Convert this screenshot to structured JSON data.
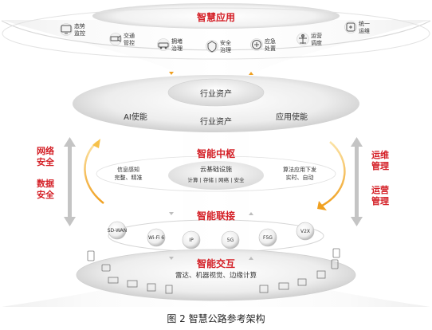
{
  "layers": {
    "smart_app": "智慧应用",
    "smart_hub": "智能中枢",
    "smart_connect": "智能联接",
    "smart_interact": "智能交互"
  },
  "apps": [
    {
      "label": "态势\n监控",
      "icon": "monitor-icon"
    },
    {
      "label": "交通\n管控",
      "icon": "camera-icon"
    },
    {
      "label": "拥堵\n治理",
      "icon": "car-jam-icon"
    },
    {
      "label": "安全\n治理",
      "icon": "shield-home-icon"
    },
    {
      "label": "应急\n处置",
      "icon": "emergency-icon"
    },
    {
      "label": "运营\n调度",
      "icon": "dispatch-icon"
    },
    {
      "label": "统一\n运维",
      "icon": "ops-icon"
    }
  ],
  "industry": {
    "asset_inner": "行业资产",
    "ai_enable": "AI使能",
    "asset": "行业资产",
    "app_enable": "应用使能"
  },
  "hub": {
    "left_note": "信息感知\n完整、精准",
    "cloud_title": "云基础设施",
    "cloud_items": "计算 | 存储 | 网络 | 安全",
    "right_note": "算法应用下发\n实时、自动"
  },
  "left_side": {
    "top": "网络\n安全",
    "bottom": "数据\n安全"
  },
  "right_side": {
    "top": "运维\n管理",
    "bottom": "运营\n管理"
  },
  "connect_nodes": [
    "SD-WAN",
    "Wi-Fi 6",
    "IP",
    "5G",
    "F5G",
    "V2X"
  ],
  "interact": {
    "subtitle": "雷达、机器视觉、边缘计算"
  },
  "colors": {
    "accent_red": "#d41f26",
    "arrow_gray": "#bdbdbd",
    "arrow_gold": "#f0a020"
  },
  "caption": "图 2 智慧公路参考架构"
}
